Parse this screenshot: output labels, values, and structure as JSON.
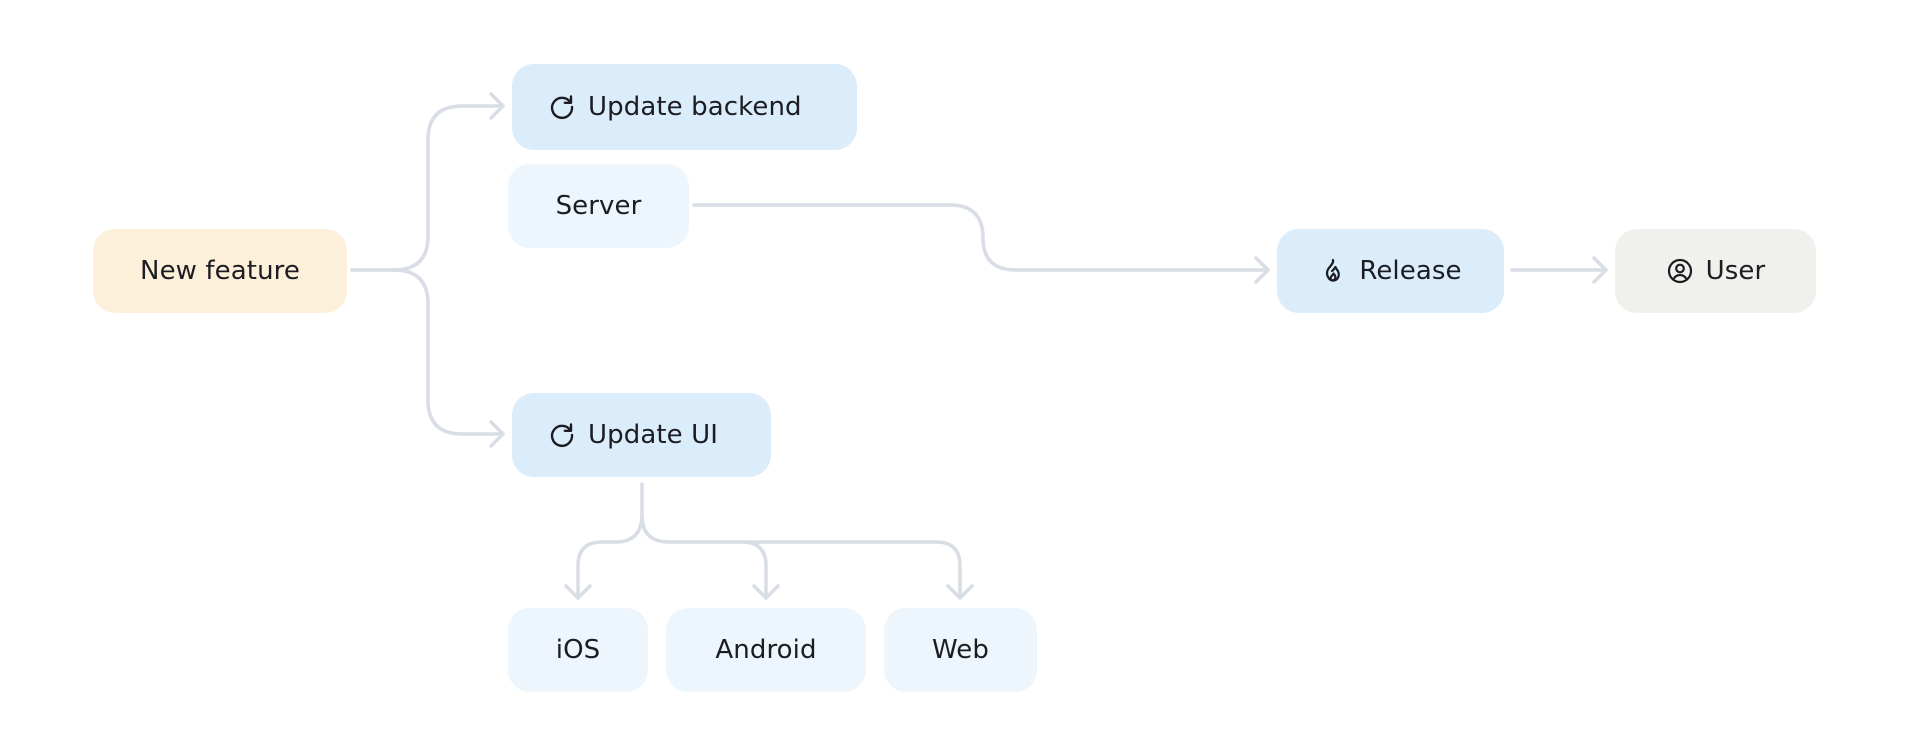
{
  "diagram": {
    "colors": {
      "connector": "#d8dde6",
      "warm_node": "#fdf0da",
      "blue_node": "#dbecfb",
      "pale_node": "#eef6fd",
      "grey_node": "#f0f0ed",
      "text": "#1c1d22"
    },
    "nodes": {
      "new_feature": {
        "label": "New feature"
      },
      "update_backend": {
        "label": "Update backend",
        "icon": "refresh-icon"
      },
      "server": {
        "label": "Server"
      },
      "release": {
        "label": "Release",
        "icon": "flame-icon"
      },
      "user": {
        "label": "User",
        "icon": "user-circle-icon"
      },
      "update_ui": {
        "label": "Update UI",
        "icon": "refresh-icon"
      },
      "ios": {
        "label": "iOS"
      },
      "android": {
        "label": "Android"
      },
      "web": {
        "label": "Web"
      }
    },
    "edges": [
      {
        "from": "New feature",
        "to": "Update backend"
      },
      {
        "from": "New feature",
        "to": "Update UI"
      },
      {
        "from": "Server",
        "to": "Release"
      },
      {
        "from": "Release",
        "to": "User"
      },
      {
        "from": "Update UI",
        "to": "iOS"
      },
      {
        "from": "Update UI",
        "to": "Android"
      },
      {
        "from": "Update UI",
        "to": "Web"
      }
    ]
  }
}
